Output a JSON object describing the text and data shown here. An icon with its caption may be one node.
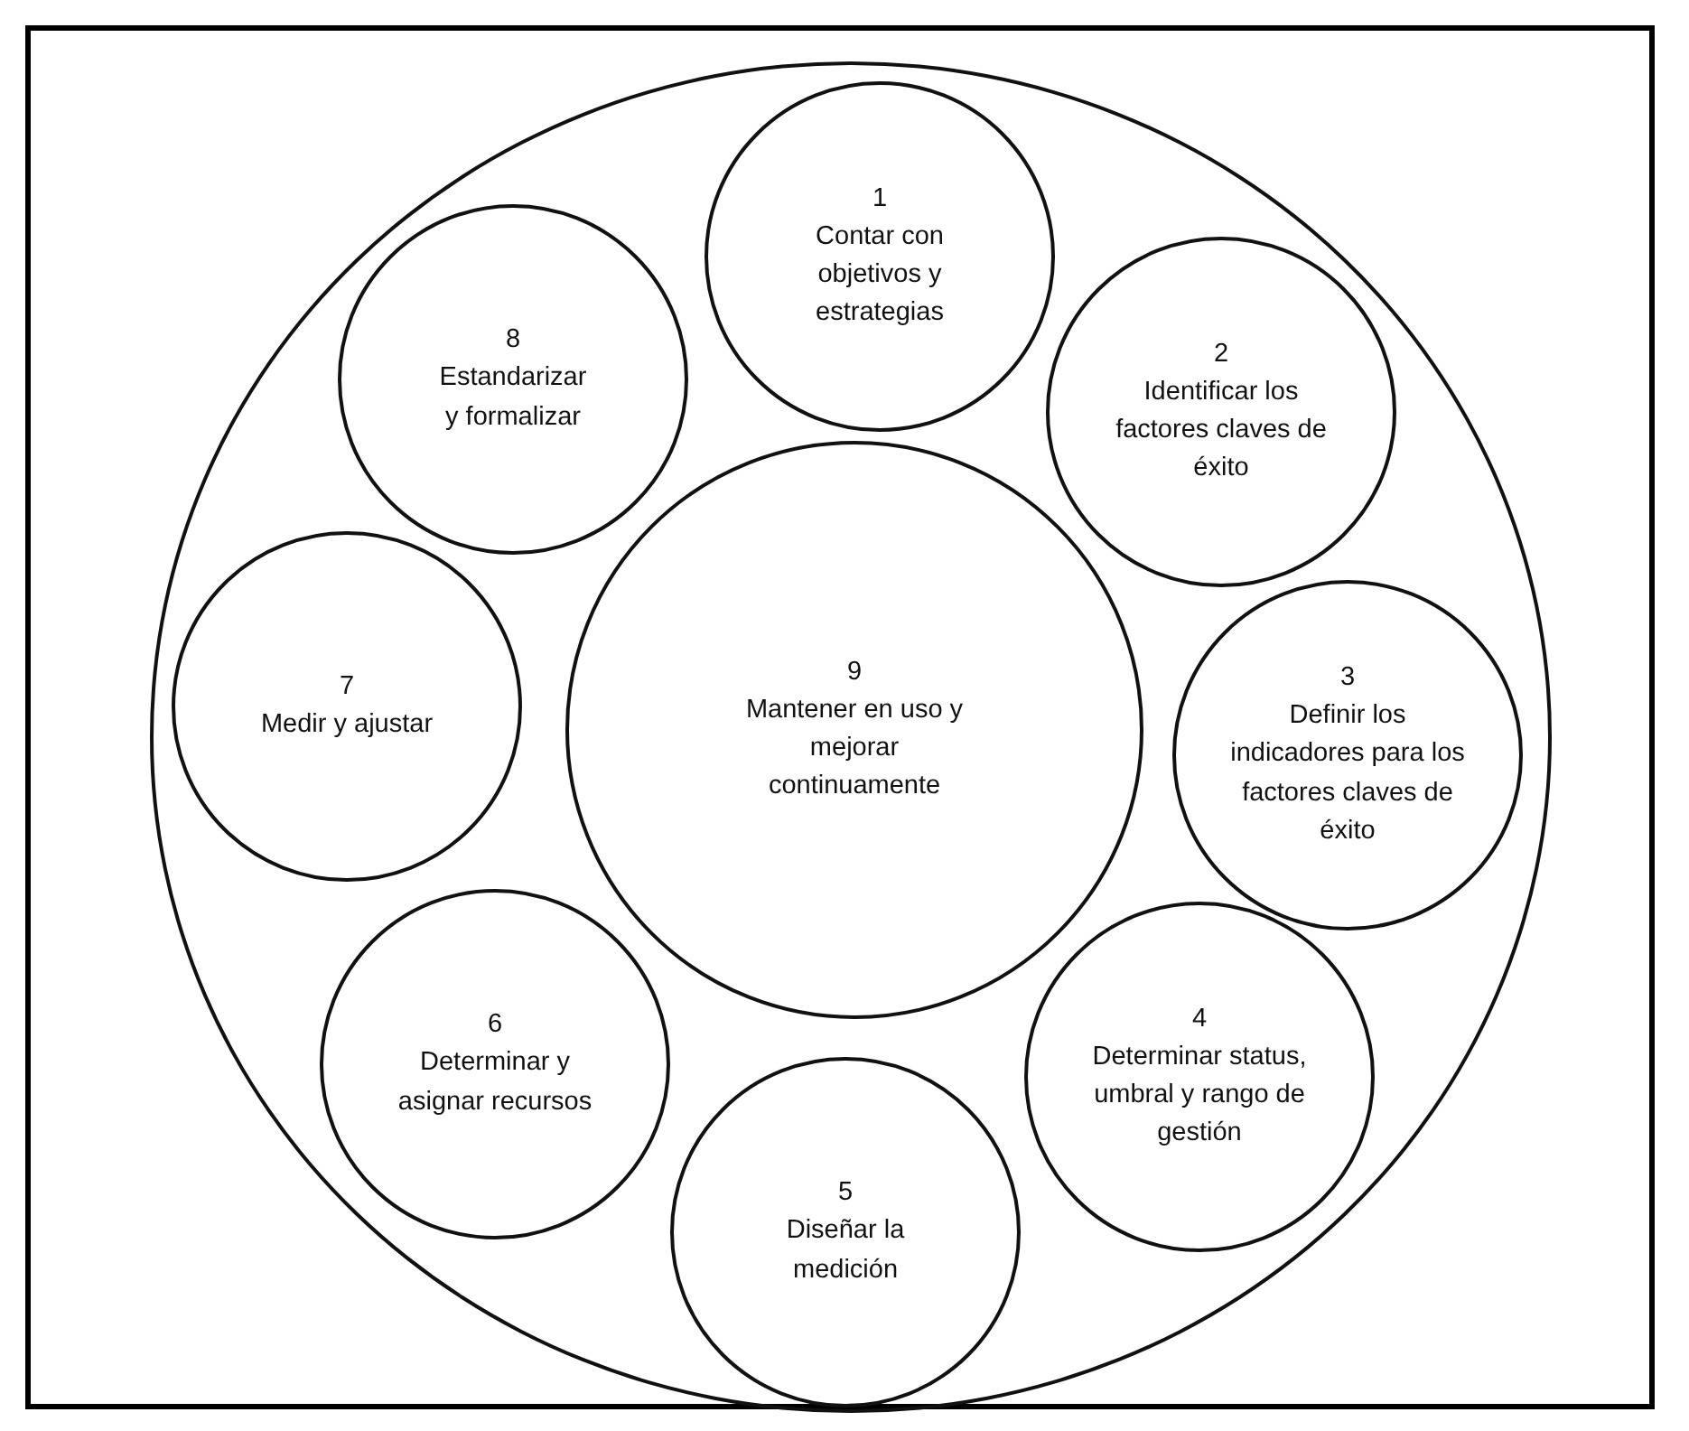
{
  "diagram": {
    "nodes": [
      {
        "text": [],
        "shape": "circle"
      },
      {
        "text": [
          "1",
          "Contar con objetivos y estrategias"
        ],
        "in": 0
      },
      {
        "text": [
          "2",
          "Identificar los factores claves de éxito"
        ],
        "in": 0
      },
      {
        "text": [
          "3",
          "Definir los indicadores para los factores claves de éxito"
        ],
        "in": 0
      },
      {
        "text": [
          "4",
          "Determinar status, umbral y rango de gestión"
        ],
        "in": 0
      },
      {
        "text": [
          "5",
          "Diseñar la medición"
        ],
        "in": 0
      },
      {
        "text": [
          "6",
          "Determinar y asignar recursos"
        ],
        "in": 0
      },
      {
        "text": [
          "7",
          "Medir y ajustar"
        ],
        "in": 0
      },
      {
        "text": [
          "8",
          "Estandarizar y formalizar"
        ],
        "in": 0
      },
      {
        "text": [
          "9",
          "Mantener en uso y mejorar continuamente"
        ],
        "in": 0
      }
    ]
  }
}
